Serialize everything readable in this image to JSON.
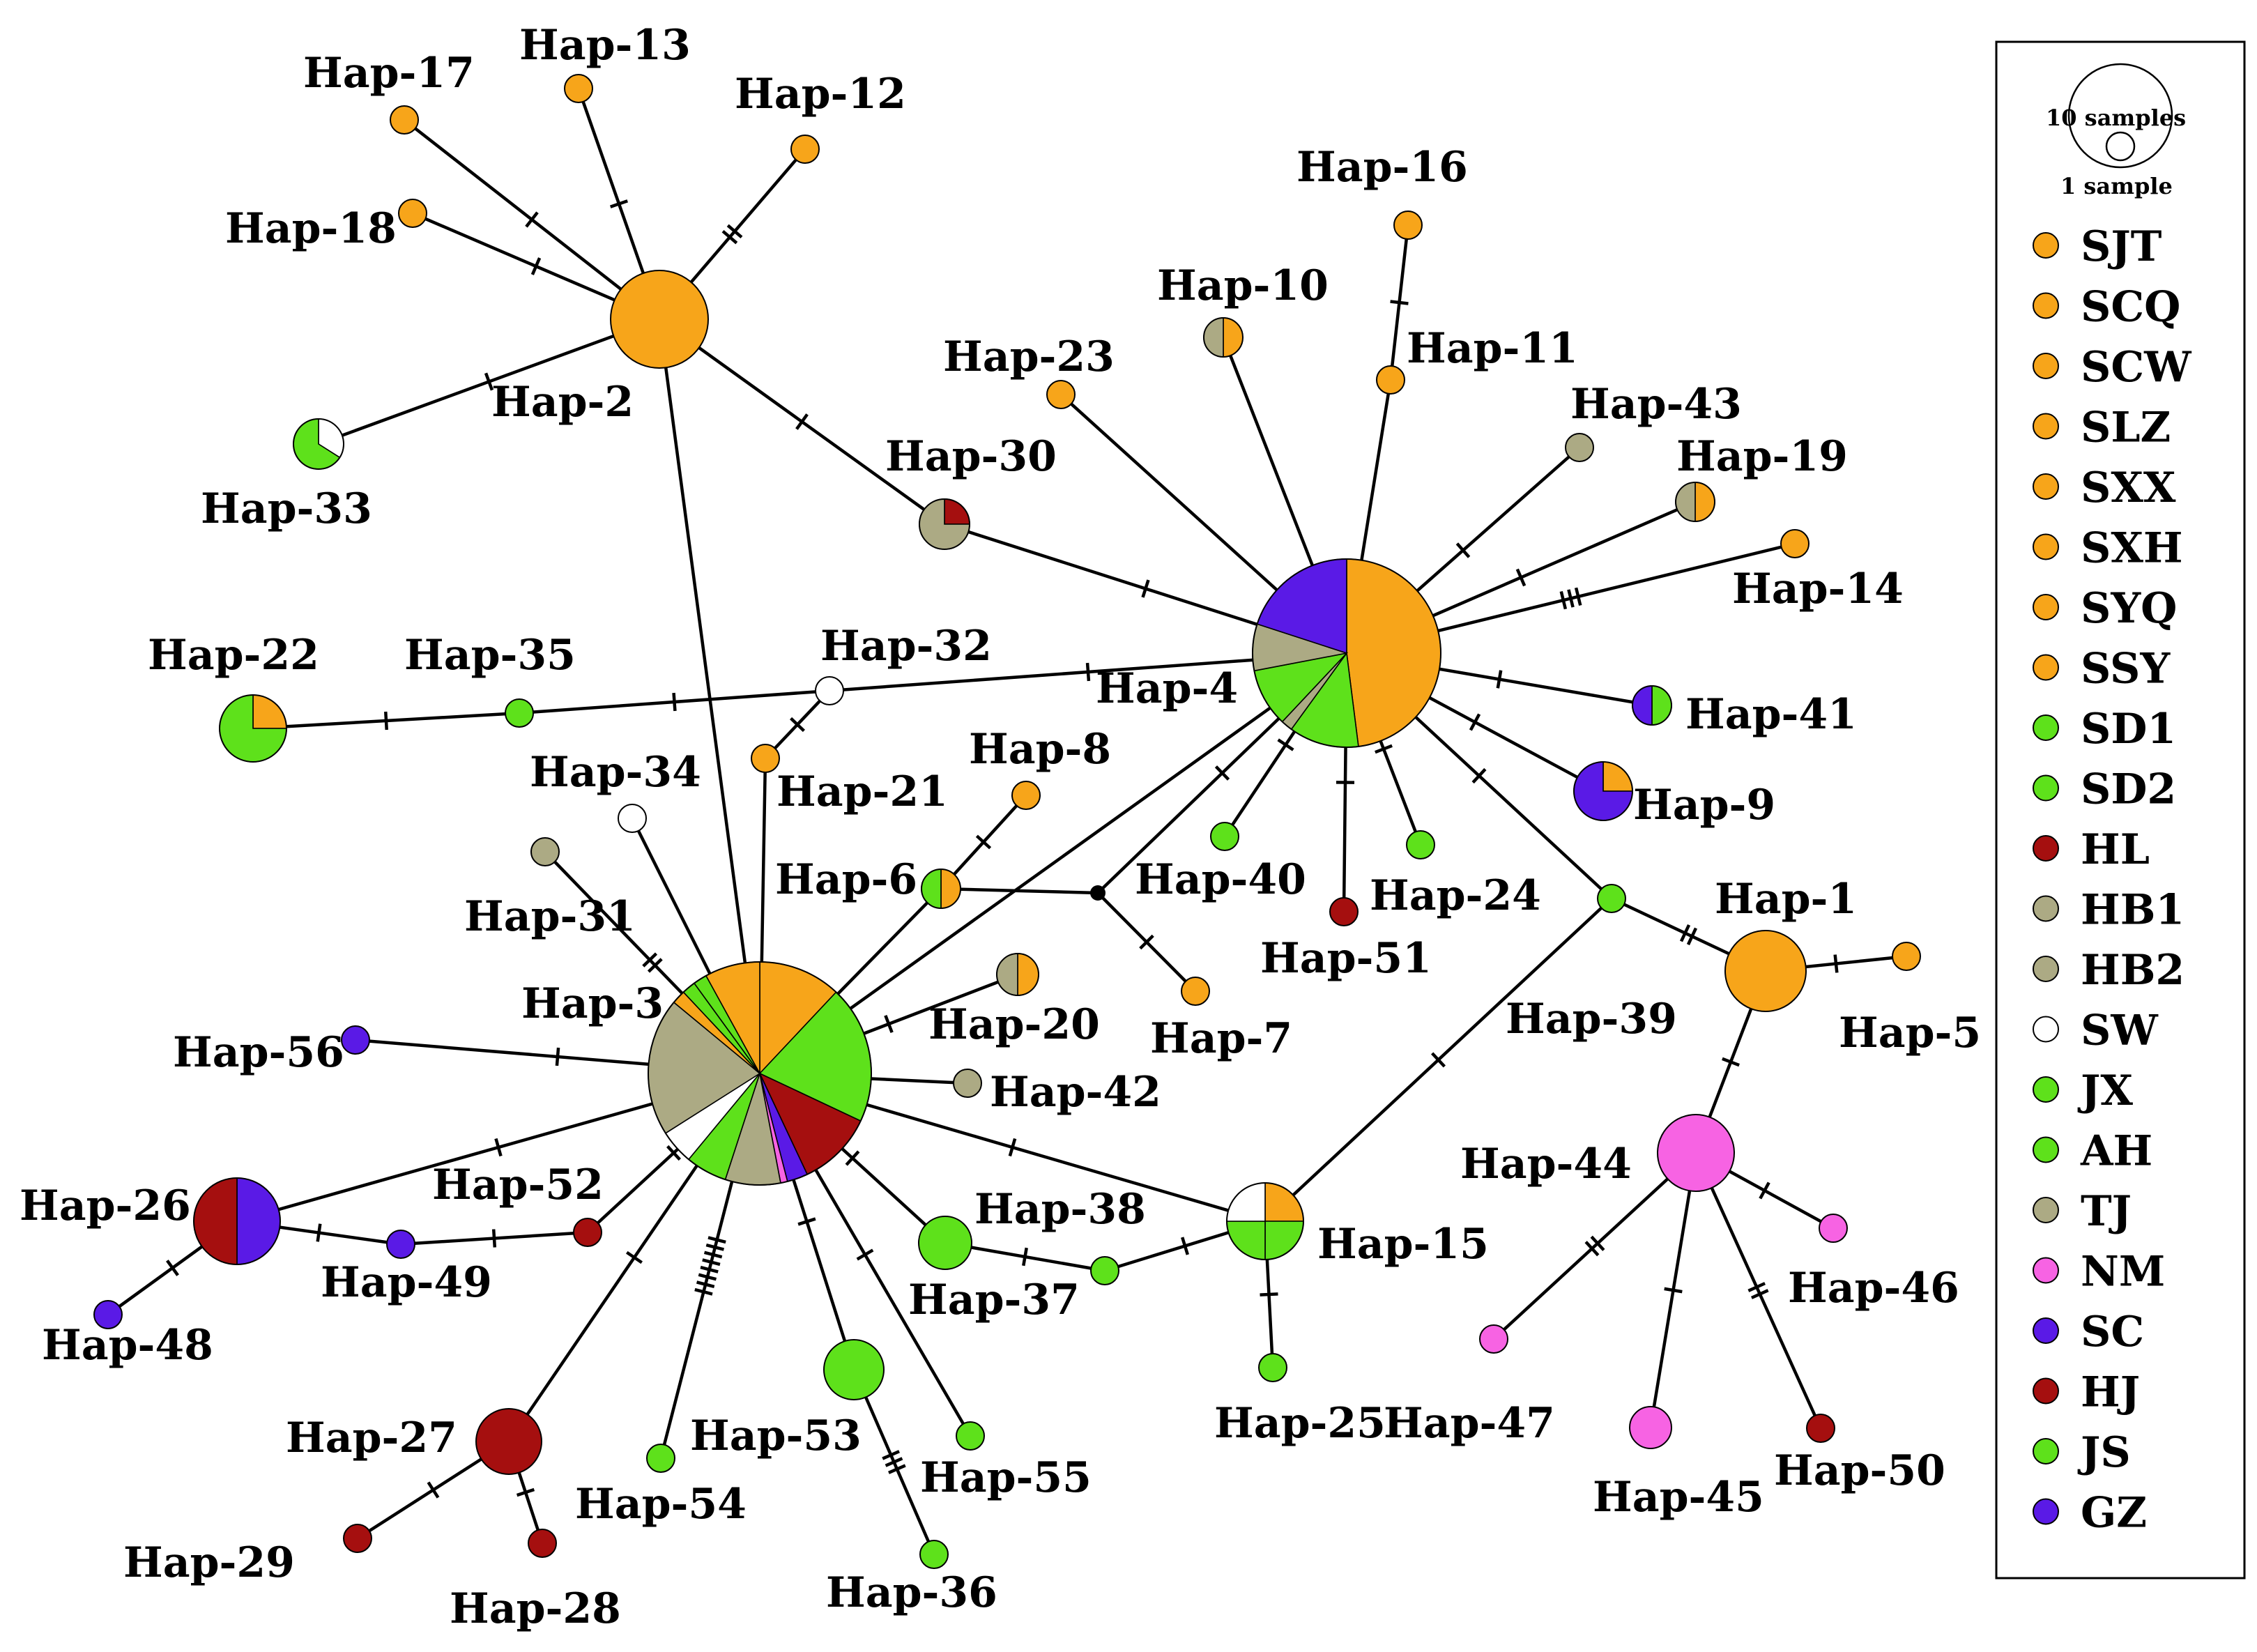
{
  "legend": {
    "scale": [
      {
        "label": "10 samples",
        "samples": 10
      },
      {
        "label": "1 sample",
        "samples": 1
      }
    ],
    "items": [
      {
        "name": "SJT",
        "color": "#f7a51a"
      },
      {
        "name": "SCQ",
        "color": "#f7a51a"
      },
      {
        "name": "SCW",
        "color": "#f7a51a"
      },
      {
        "name": "SLZ",
        "color": "#f7a51a"
      },
      {
        "name": "SXX",
        "color": "#f7a51a"
      },
      {
        "name": "SXH",
        "color": "#f7a51a"
      },
      {
        "name": "SYQ",
        "color": "#f7a51a"
      },
      {
        "name": "SSY",
        "color": "#f7a51a"
      },
      {
        "name": "SD1",
        "color": "#5ee11b"
      },
      {
        "name": "SD2",
        "color": "#5ee11b"
      },
      {
        "name": "HL",
        "color": "#a50f0f"
      },
      {
        "name": "HB1",
        "color": "#acaa84"
      },
      {
        "name": "HB2",
        "color": "#acaa84"
      },
      {
        "name": "SW",
        "color": "#ffffff"
      },
      {
        "name": "JX",
        "color": "#5ee11b"
      },
      {
        "name": "AH",
        "color": "#5ee11b"
      },
      {
        "name": "TJ",
        "color": "#acaa84"
      },
      {
        "name": "NM",
        "color": "#f763e3"
      },
      {
        "name": "SC",
        "color": "#5a1ae6"
      },
      {
        "name": "HJ",
        "color": "#a50f0f"
      },
      {
        "name": "JS",
        "color": "#5ee11b"
      },
      {
        "name": "GZ",
        "color": "#5a1ae6"
      }
    ]
  },
  "colors": {
    "orange": "#f7a51a",
    "green": "#5ee11b",
    "tan": "#acaa84",
    "red": "#a50f0f",
    "white": "#ffffff",
    "purple": "#5a1ae6",
    "pink": "#f763e3",
    "median_vector": "#000000"
  },
  "haplotypes": [
    {
      "id": "Hap-1",
      "label": "Hap-1",
      "slices": [
        [
          "orange",
          1
        ]
      ]
    },
    {
      "id": "Hap-2",
      "label": "Hap-2",
      "slices": [
        [
          "orange",
          1
        ]
      ]
    },
    {
      "id": "Hap-3",
      "label": "Hap-3",
      "slices": [
        [
          "orange",
          0.12
        ],
        [
          "green",
          0.2
        ],
        [
          "red",
          0.11
        ],
        [
          "purple",
          0.03
        ],
        [
          "pink",
          0.01
        ],
        [
          "tan",
          0.08
        ],
        [
          "green",
          0.06
        ],
        [
          "white",
          0.05
        ],
        [
          "tan",
          0.2
        ],
        [
          "orange",
          0.02
        ],
        [
          "green",
          0.02
        ],
        [
          "green",
          0.02
        ],
        [
          "orange",
          0.08
        ]
      ]
    },
    {
      "id": "Hap-4",
      "label": "Hap-4",
      "slices": [
        [
          "orange",
          0.48
        ],
        [
          "green",
          0.12
        ],
        [
          "tan",
          0.02
        ],
        [
          "green",
          0.1
        ],
        [
          "tan",
          0.08
        ],
        [
          "purple",
          0.2
        ]
      ]
    },
    {
      "id": "Hap-5",
      "label": "Hap-5",
      "slices": [
        [
          "orange",
          1
        ]
      ]
    },
    {
      "id": "Hap-6",
      "label": "Hap-6",
      "slices": [
        [
          "orange",
          0.5
        ],
        [
          "green",
          0.5
        ]
      ]
    },
    {
      "id": "Hap-7",
      "label": "Hap-7",
      "slices": [
        [
          "orange",
          1
        ]
      ]
    },
    {
      "id": "Hap-8",
      "label": "Hap-8",
      "slices": [
        [
          "orange",
          1
        ]
      ]
    },
    {
      "id": "Hap-9",
      "label": "Hap-9",
      "slices": [
        [
          "orange",
          0.25
        ],
        [
          "purple",
          0.75
        ]
      ]
    },
    {
      "id": "Hap-10",
      "label": "Hap-10",
      "slices": [
        [
          "orange",
          0.5
        ],
        [
          "tan",
          0.5
        ]
      ]
    },
    {
      "id": "Hap-11",
      "label": "Hap-11",
      "slices": [
        [
          "orange",
          1
        ]
      ]
    },
    {
      "id": "Hap-12",
      "label": "Hap-12",
      "slices": [
        [
          "orange",
          1
        ]
      ]
    },
    {
      "id": "Hap-13",
      "label": "Hap-13",
      "slices": [
        [
          "orange",
          1
        ]
      ]
    },
    {
      "id": "Hap-14",
      "label": "Hap-14",
      "slices": [
        [
          "orange",
          1
        ]
      ]
    },
    {
      "id": "Hap-15",
      "label": "Hap-15",
      "slices": [
        [
          "orange",
          0.25
        ],
        [
          "green",
          0.25
        ],
        [
          "green",
          0.25
        ],
        [
          "white",
          0.25
        ]
      ]
    },
    {
      "id": "Hap-16",
      "label": "Hap-16",
      "slices": [
        [
          "orange",
          1
        ]
      ]
    },
    {
      "id": "Hap-17",
      "label": "Hap-17",
      "slices": [
        [
          "orange",
          1
        ]
      ]
    },
    {
      "id": "Hap-18",
      "label": "Hap-18",
      "slices": [
        [
          "orange",
          1
        ]
      ]
    },
    {
      "id": "Hap-19",
      "label": "Hap-19",
      "slices": [
        [
          "orange",
          0.5
        ],
        [
          "tan",
          0.5
        ]
      ]
    },
    {
      "id": "Hap-20",
      "label": "Hap-20",
      "slices": [
        [
          "orange",
          0.5
        ],
        [
          "tan",
          0.5
        ]
      ]
    },
    {
      "id": "Hap-21",
      "label": "Hap-21",
      "slices": [
        [
          "orange",
          1
        ]
      ]
    },
    {
      "id": "Hap-22",
      "label": "Hap-22",
      "slices": [
        [
          "orange",
          0.25
        ],
        [
          "green",
          0.75
        ]
      ]
    },
    {
      "id": "Hap-23",
      "label": "Hap-23",
      "slices": [
        [
          "orange",
          1
        ]
      ]
    },
    {
      "id": "Hap-24",
      "label": "Hap-24",
      "slices": [
        [
          "green",
          1
        ]
      ]
    },
    {
      "id": "Hap-25",
      "label": "Hap-25",
      "slices": [
        [
          "green",
          1
        ]
      ]
    },
    {
      "id": "Hap-26",
      "label": "Hap-26",
      "slices": [
        [
          "purple",
          0.5
        ],
        [
          "red",
          0.5
        ]
      ]
    },
    {
      "id": "Hap-27",
      "label": "Hap-27",
      "slices": [
        [
          "red",
          1
        ]
      ]
    },
    {
      "id": "Hap-28",
      "label": "Hap-28",
      "slices": [
        [
          "red",
          1
        ]
      ]
    },
    {
      "id": "Hap-29",
      "label": "Hap-29",
      "slices": [
        [
          "red",
          1
        ]
      ]
    },
    {
      "id": "Hap-30",
      "label": "Hap-30",
      "slices": [
        [
          "red",
          0.25
        ],
        [
          "tan",
          0.75
        ]
      ]
    },
    {
      "id": "Hap-31",
      "label": "Hap-31",
      "slices": [
        [
          "tan",
          1
        ]
      ]
    },
    {
      "id": "Hap-32",
      "label": "Hap-32",
      "slices": [
        [
          "white",
          1
        ]
      ]
    },
    {
      "id": "Hap-33",
      "label": "Hap-33",
      "slices": [
        [
          "white",
          0.34
        ],
        [
          "green",
          0.66
        ]
      ]
    },
    {
      "id": "Hap-34",
      "label": "Hap-34",
      "slices": [
        [
          "white",
          1
        ]
      ]
    },
    {
      "id": "Hap-35",
      "label": "Hap-35",
      "slices": [
        [
          "green",
          1
        ]
      ]
    },
    {
      "id": "Hap-36",
      "label": "Hap-36",
      "slices": [
        [
          "green",
          1
        ]
      ]
    },
    {
      "id": "Hap-37",
      "label": "Hap-37",
      "slices": [
        [
          "green",
          1
        ]
      ]
    },
    {
      "id": "Hap-38",
      "label": "Hap-38",
      "slices": [
        [
          "green",
          1
        ]
      ]
    },
    {
      "id": "Hap-39",
      "label": "Hap-39",
      "slices": [
        [
          "green",
          1
        ]
      ]
    },
    {
      "id": "Hap-40",
      "label": "Hap-40",
      "slices": [
        [
          "green",
          1
        ]
      ]
    },
    {
      "id": "Hap-41",
      "label": "Hap-41",
      "slices": [
        [
          "green",
          0.5
        ],
        [
          "purple",
          0.5
        ]
      ]
    },
    {
      "id": "Hap-42",
      "label": "Hap-42",
      "slices": [
        [
          "tan",
          1
        ]
      ]
    },
    {
      "id": "Hap-43",
      "label": "Hap-43",
      "slices": [
        [
          "tan",
          1
        ]
      ]
    },
    {
      "id": "Hap-44",
      "label": "Hap-44",
      "slices": [
        [
          "pink",
          1
        ]
      ]
    },
    {
      "id": "Hap-45",
      "label": "Hap-45",
      "slices": [
        [
          "pink",
          1
        ]
      ]
    },
    {
      "id": "Hap-46",
      "label": "Hap-46",
      "slices": [
        [
          "pink",
          1
        ]
      ]
    },
    {
      "id": "Hap-47",
      "label": "Hap-47",
      "slices": [
        [
          "pink",
          1
        ]
      ]
    },
    {
      "id": "Hap-48",
      "label": "Hap-48",
      "slices": [
        [
          "purple",
          1
        ]
      ]
    },
    {
      "id": "Hap-49",
      "label": "Hap-49",
      "slices": [
        [
          "purple",
          1
        ]
      ]
    },
    {
      "id": "Hap-50",
      "label": "Hap-50",
      "slices": [
        [
          "red",
          1
        ]
      ]
    },
    {
      "id": "Hap-51",
      "label": "Hap-51",
      "slices": [
        [
          "red",
          1
        ]
      ]
    },
    {
      "id": "Hap-52",
      "label": "Hap-52",
      "slices": [
        [
          "red",
          1
        ]
      ]
    },
    {
      "id": "Hap-53",
      "label": "Hap-53",
      "slices": [
        [
          "green",
          1
        ]
      ]
    },
    {
      "id": "Hap-54",
      "label": "Hap-54",
      "slices": [
        [
          "green",
          1
        ]
      ]
    },
    {
      "id": "Hap-55",
      "label": "Hap-55",
      "slices": [
        [
          "green",
          1
        ]
      ]
    },
    {
      "id": "Hap-56",
      "label": "Hap-56",
      "slices": [
        [
          "purple",
          1
        ]
      ]
    }
  ],
  "median_vectors": [
    {
      "id": "mv1"
    }
  ],
  "links": [
    {
      "from": "Hap-2",
      "to": "Hap-17",
      "mutations": 1
    },
    {
      "from": "Hap-2",
      "to": "Hap-13",
      "mutations": 1
    },
    {
      "from": "Hap-2",
      "to": "Hap-12",
      "mutations": 2
    },
    {
      "from": "Hap-2",
      "to": "Hap-18",
      "mutations": 1
    },
    {
      "from": "Hap-2",
      "to": "Hap-33",
      "mutations": 1
    },
    {
      "from": "Hap-2",
      "to": "Hap-30",
      "mutations": 1
    },
    {
      "from": "Hap-2",
      "to": "Hap-3",
      "mutations": 0
    },
    {
      "from": "Hap-30",
      "to": "Hap-4",
      "mutations": 1
    },
    {
      "from": "Hap-4",
      "to": "Hap-23",
      "mutations": 0
    },
    {
      "from": "Hap-4",
      "to": "Hap-10",
      "mutations": 0
    },
    {
      "from": "Hap-4",
      "to": "Hap-11",
      "mutations": 0
    },
    {
      "from": "Hap-11",
      "to": "Hap-16",
      "mutations": 1
    },
    {
      "from": "Hap-4",
      "to": "Hap-43",
      "mutations": 1
    },
    {
      "from": "Hap-4",
      "to": "Hap-19",
      "mutations": 1
    },
    {
      "from": "Hap-4",
      "to": "Hap-14",
      "mutations": 3
    },
    {
      "from": "Hap-4",
      "to": "Hap-41",
      "mutations": 1
    },
    {
      "from": "Hap-4",
      "to": "Hap-9",
      "mutations": 1
    },
    {
      "from": "Hap-4",
      "to": "Hap-39",
      "mutations": 1
    },
    {
      "from": "Hap-4",
      "to": "Hap-24",
      "mutations": 1
    },
    {
      "from": "Hap-4",
      "to": "Hap-51",
      "mutations": 1
    },
    {
      "from": "Hap-4",
      "to": "Hap-40",
      "mutations": 1
    },
    {
      "from": "Hap-4",
      "to": "mv1",
      "mutations": 1
    },
    {
      "from": "Hap-4",
      "to": "Hap-3",
      "mutations": 0
    },
    {
      "from": "Hap-4",
      "to": "Hap-32",
      "mutations": 1
    },
    {
      "from": "Hap-32",
      "to": "Hap-35",
      "mutations": 1
    },
    {
      "from": "Hap-35",
      "to": "Hap-22",
      "mutations": 1
    },
    {
      "from": "Hap-32",
      "to": "Hap-21",
      "mutations": 1
    },
    {
      "from": "Hap-21",
      "to": "Hap-3",
      "mutations": 0
    },
    {
      "from": "mv1",
      "to": "Hap-6",
      "mutations": 0
    },
    {
      "from": "mv1",
      "to": "Hap-7",
      "mutations": 1
    },
    {
      "from": "Hap-6",
      "to": "Hap-8",
      "mutations": 1
    },
    {
      "from": "Hap-6",
      "to": "Hap-3",
      "mutations": 0
    },
    {
      "from": "Hap-3",
      "to": "Hap-34",
      "mutations": 0
    },
    {
      "from": "Hap-3",
      "to": "Hap-31",
      "mutations": 2
    },
    {
      "from": "Hap-3",
      "to": "Hap-56",
      "mutations": 1
    },
    {
      "from": "Hap-3",
      "to": "Hap-20",
      "mutations": 1
    },
    {
      "from": "Hap-3",
      "to": "Hap-42",
      "mutations": 0
    },
    {
      "from": "Hap-3",
      "to": "Hap-26",
      "mutations": 1
    },
    {
      "from": "Hap-3",
      "to": "Hap-52",
      "mutations": 1
    },
    {
      "from": "Hap-3",
      "to": "Hap-27",
      "mutations": 1
    },
    {
      "from": "Hap-3",
      "to": "Hap-54",
      "mutations": 8
    },
    {
      "from": "Hap-3",
      "to": "Hap-53",
      "mutations": 1
    },
    {
      "from": "Hap-3",
      "to": "Hap-55",
      "mutations": 1
    },
    {
      "from": "Hap-3",
      "to": "Hap-37",
      "mutations": 1
    },
    {
      "from": "Hap-3",
      "to": "Hap-15",
      "mutations": 1
    },
    {
      "from": "Hap-53",
      "to": "Hap-36",
      "mutations": 3
    },
    {
      "from": "Hap-37",
      "to": "Hap-38",
      "mutations": 1
    },
    {
      "from": "Hap-38",
      "to": "Hap-15",
      "mutations": 1
    },
    {
      "from": "Hap-15",
      "to": "Hap-39",
      "mutations": 1
    },
    {
      "from": "Hap-15",
      "to": "Hap-25",
      "mutations": 1
    },
    {
      "from": "Hap-39",
      "to": "Hap-1",
      "mutations": 2
    },
    {
      "from": "Hap-1",
      "to": "Hap-5",
      "mutations": 1
    },
    {
      "from": "Hap-1",
      "to": "Hap-44",
      "mutations": 1
    },
    {
      "from": "Hap-44",
      "to": "Hap-46",
      "mutations": 1
    },
    {
      "from": "Hap-44",
      "to": "Hap-47",
      "mutations": 2
    },
    {
      "from": "Hap-44",
      "to": "Hap-45",
      "mutations": 1
    },
    {
      "from": "Hap-44",
      "to": "Hap-50",
      "mutations": 2
    },
    {
      "from": "Hap-26",
      "to": "Hap-48",
      "mutations": 1
    },
    {
      "from": "Hap-26",
      "to": "Hap-49",
      "mutations": 1
    },
    {
      "from": "Hap-49",
      "to": "Hap-52",
      "mutations": 1
    },
    {
      "from": "Hap-27",
      "to": "Hap-29",
      "mutations": 1
    },
    {
      "from": "Hap-27",
      "to": "Hap-28",
      "mutations": 1
    }
  ]
}
